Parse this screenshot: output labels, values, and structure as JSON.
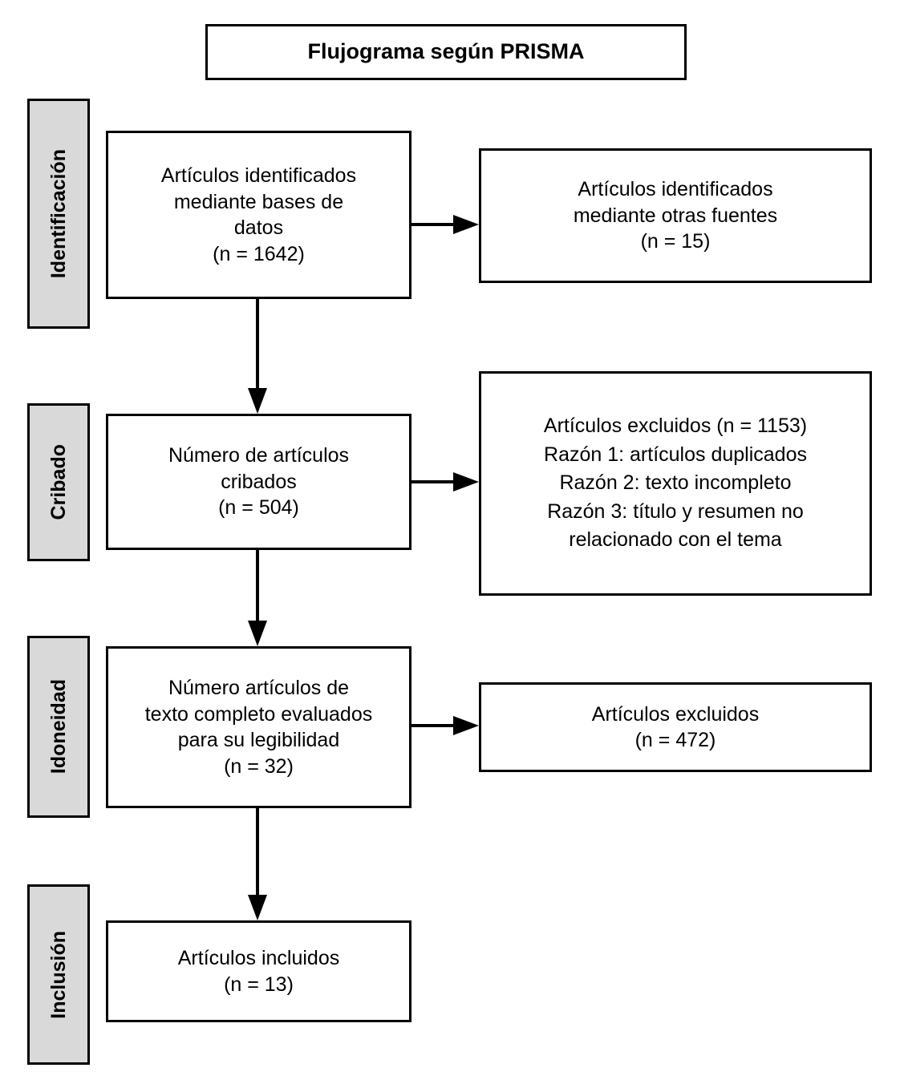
{
  "title": {
    "text": "Flujograma según PRISMA"
  },
  "stages": [
    {
      "id": "identificacion",
      "label": "Identificación"
    },
    {
      "id": "cribado",
      "label": "Cribado"
    },
    {
      "id": "idoneidad",
      "label": "Idoneidad"
    },
    {
      "id": "inclusion",
      "label": "Inclusión"
    }
  ],
  "flow": {
    "identified_databases": {
      "text": "Artículos identificados\nmediante bases de\ndatos\n(n = 1642)",
      "count": 1642
    },
    "identified_other_sources": {
      "text": "Artículos identificados\nmediante otras fuentes\n(n = 15)",
      "count": 15
    },
    "screened": {
      "text": "Número de artículos\ncribados\n(n = 504)",
      "count": 504
    },
    "excluded_screening": {
      "text": "Artículos excluidos (n = 1153)\nRazón 1: artículos duplicados\nRazón 2: texto incompleto\nRazón 3: título y resumen no\nrelacionado con el tema",
      "count": 1153,
      "reasons": [
        "Razón 1: artículos duplicados",
        "Razón 2: texto incompleto",
        "Razón 3: título y resumen no relacionado con el tema"
      ]
    },
    "fulltext_assessed": {
      "text": "Número artículos de\ntexto completo evaluados\npara su legibilidad\n(n = 32)",
      "count": 32
    },
    "excluded_fulltext": {
      "text": "Artículos excluidos\n(n = 472)",
      "count": 472
    },
    "included": {
      "text": "Artículos incluidos\n(n = 13)",
      "count": 13
    }
  },
  "colors": {
    "stage_fill": "#d9d9d9",
    "border": "#000000",
    "box_fill": "#ffffff",
    "text": "#000000"
  },
  "chart_data": {
    "type": "diagram",
    "title": "Flujograma según PRISMA",
    "stages": [
      "Identificación",
      "Cribado",
      "Idoneidad",
      "Inclusión"
    ],
    "nodes": [
      {
        "stage": "Identificación",
        "label": "Artículos identificados mediante bases de datos",
        "n": 1642
      },
      {
        "stage": "Identificación",
        "label": "Artículos identificados mediante otras fuentes",
        "n": 15
      },
      {
        "stage": "Cribado",
        "label": "Número de artículos cribados",
        "n": 504
      },
      {
        "stage": "Cribado",
        "label": "Artículos excluidos",
        "n": 1153
      },
      {
        "stage": "Idoneidad",
        "label": "Número artículos de texto completo evaluados para su legibilidad",
        "n": 32
      },
      {
        "stage": "Idoneidad",
        "label": "Artículos excluidos",
        "n": 472
      },
      {
        "stage": "Inclusión",
        "label": "Artículos incluidos",
        "n": 13
      }
    ]
  }
}
